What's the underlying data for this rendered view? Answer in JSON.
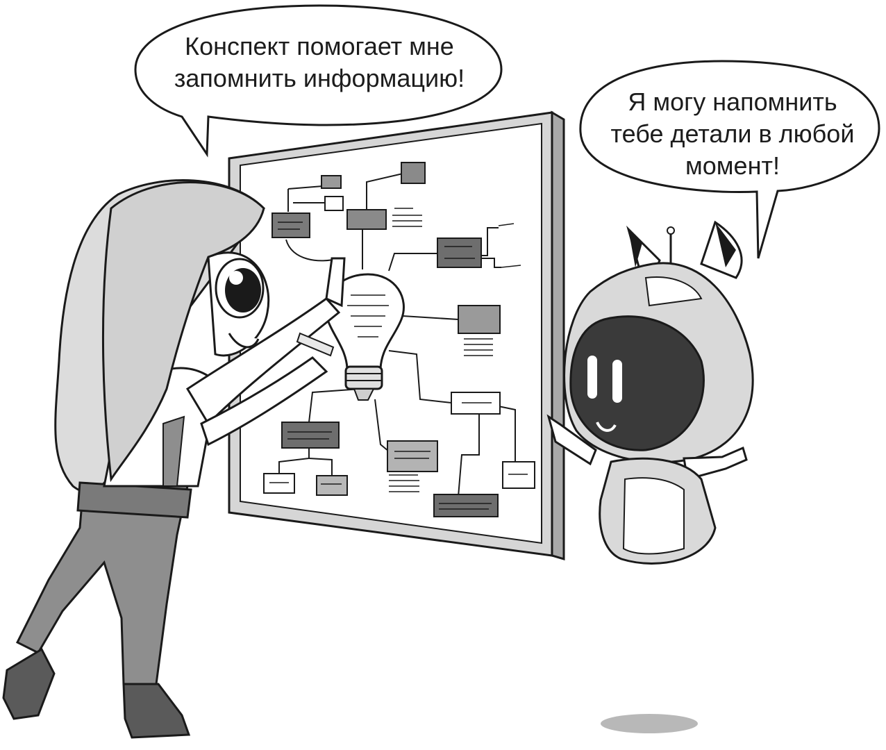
{
  "speech_bubbles": {
    "girl": {
      "line1": "Конспект помогает мне",
      "line2": "запомнить информацию!"
    },
    "robot": {
      "line1": "Я могу напомнить",
      "line2": "тебе детали в любой",
      "line3": "момент!"
    }
  },
  "colors": {
    "outline": "#1a1a1a",
    "board_fill": "#ffffff",
    "board_frame": "#cfcfcf",
    "dark_box": "#7a7a7a",
    "mid_box": "#b5b5b5",
    "robot_screen": "#3a3a3a",
    "jeans": "#8e8e8e"
  }
}
